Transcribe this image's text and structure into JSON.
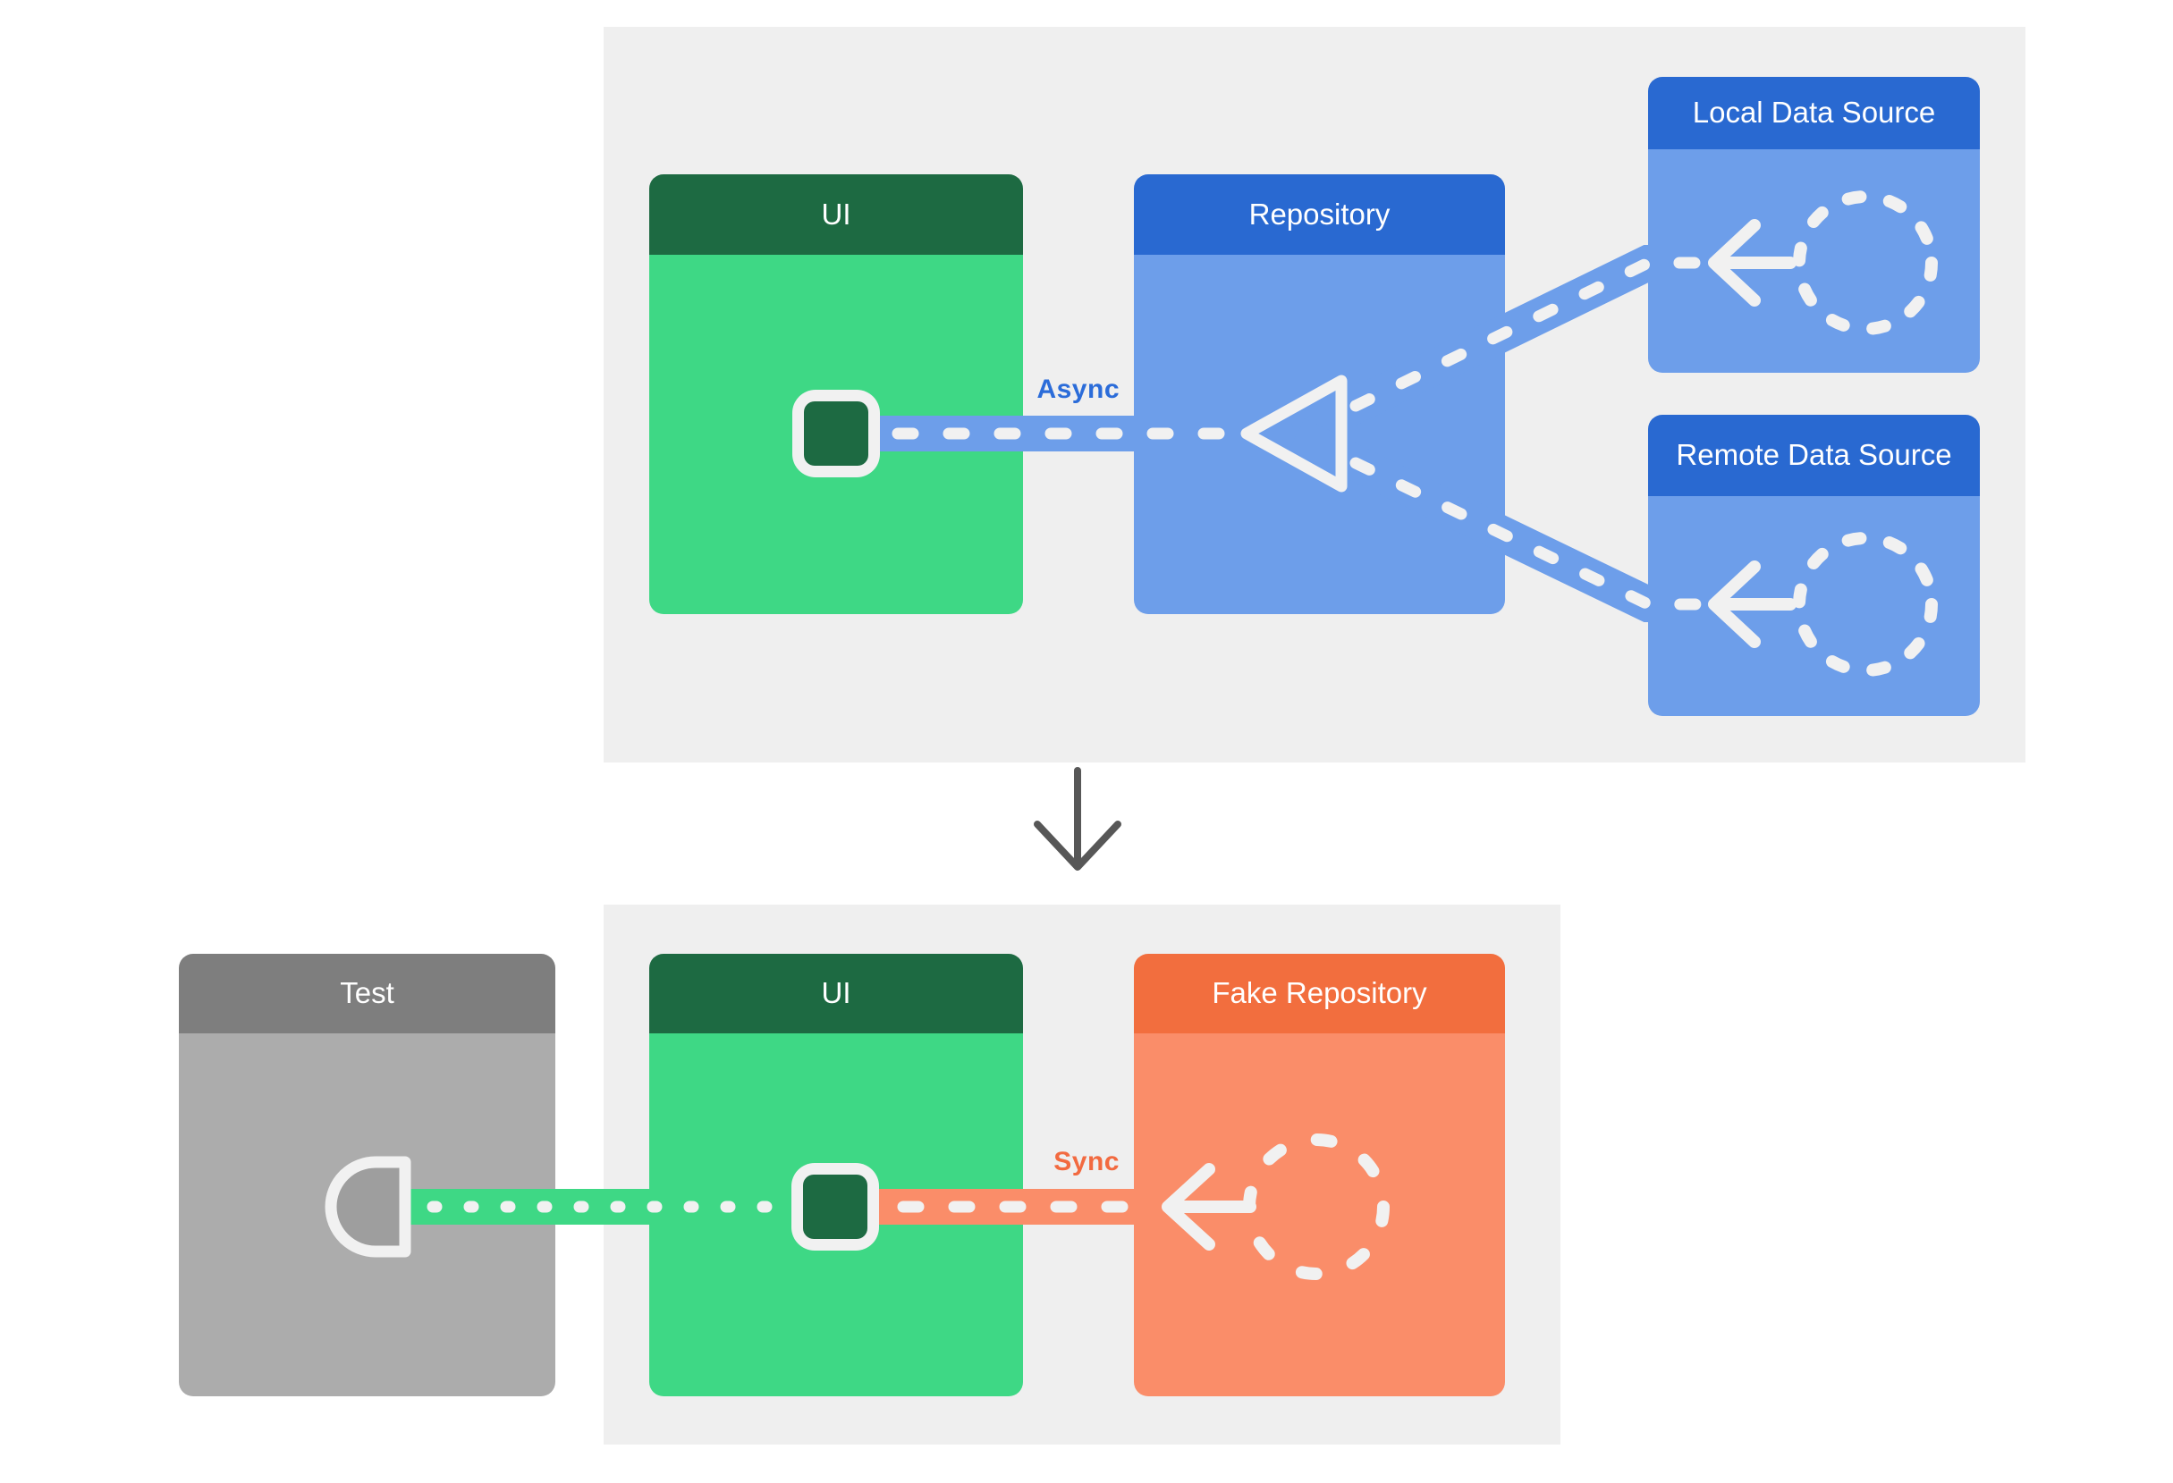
{
  "colors": {
    "canvas_bg": "#FFFFFF",
    "panel_bg": "#EFEFEF",
    "green_header": "#1D6A42",
    "green_body": "#3ED885",
    "blue_header": "#2969D1",
    "blue_body": "#6D9EEA",
    "orange_header": "#F26E3E",
    "orange_body": "#FA8D69",
    "gray_header": "#7E7E7E",
    "gray_body": "#ACACAC",
    "gray_connector_fill": "#9E9E9E",
    "ink_white": "#F1F1F1",
    "header_text": "#FFFFFF",
    "async_label_color": "#2B6CD9",
    "sync_label_color": "#F26A40",
    "flow_arrow_color": "#575757"
  },
  "production_section": {
    "ui_card": {
      "title": "UI"
    },
    "repository_card": {
      "title": "Repository"
    },
    "local_data_source_card": {
      "title": "Local Data Source"
    },
    "remote_data_source_card": {
      "title": "Remote Data Source"
    },
    "connection_label": "Async"
  },
  "test_section": {
    "test_card": {
      "title": "Test"
    },
    "ui_card": {
      "title": "UI"
    },
    "fake_repository_card": {
      "title": "Fake Repository"
    },
    "connection_label": "Sync"
  },
  "icons": {
    "ui_component": "rounded-square-plug",
    "repository_input": "triangle-left-outline",
    "data_source": "dashed-circle",
    "data_flow": "arrow-left",
    "test_connector": "half-round-socket",
    "section_flow": "arrow-down"
  }
}
